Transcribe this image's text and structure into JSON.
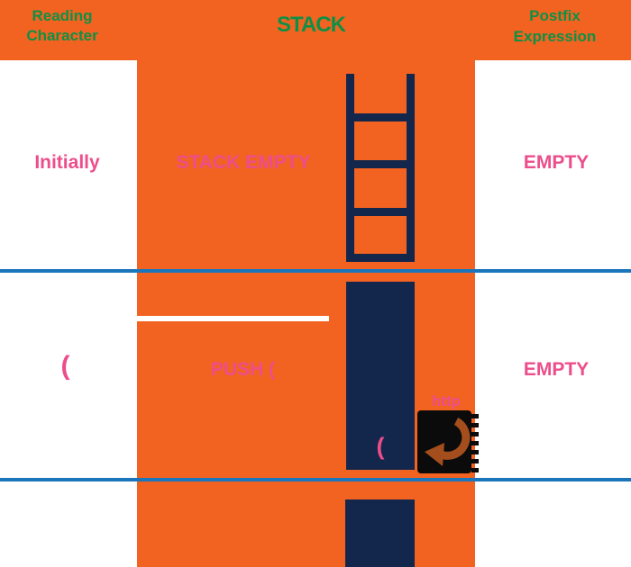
{
  "colors": {
    "background_orange": "#F26322",
    "header_green": "#0E9044",
    "value_pink": "#EC4D8B",
    "stack_navy": "#13264C",
    "divider_blue": "#1A75BB",
    "replay_icon_black": "#0b0b0b",
    "replay_arrow_brown": "#A34E1C",
    "page_white": "#FFFFFF"
  },
  "columns": {
    "left": {
      "title_line1": "Reading",
      "title_line2": "Character"
    },
    "middle": {
      "title": "STACK"
    },
    "right": {
      "title_line1": "Postfix",
      "title_line2": "Expression"
    }
  },
  "steps": [
    {
      "reading": "Initially",
      "action": "STACK EMPTY",
      "postfix": "EMPTY",
      "stack": []
    },
    {
      "reading": "(",
      "action": "PUSH (",
      "postfix": "EMPTY",
      "stack": [
        "("
      ]
    }
  ],
  "watermark_text": "http",
  "icons": {
    "replay": "replay-arrow-icon",
    "ladder": "empty-stack-ladder"
  }
}
